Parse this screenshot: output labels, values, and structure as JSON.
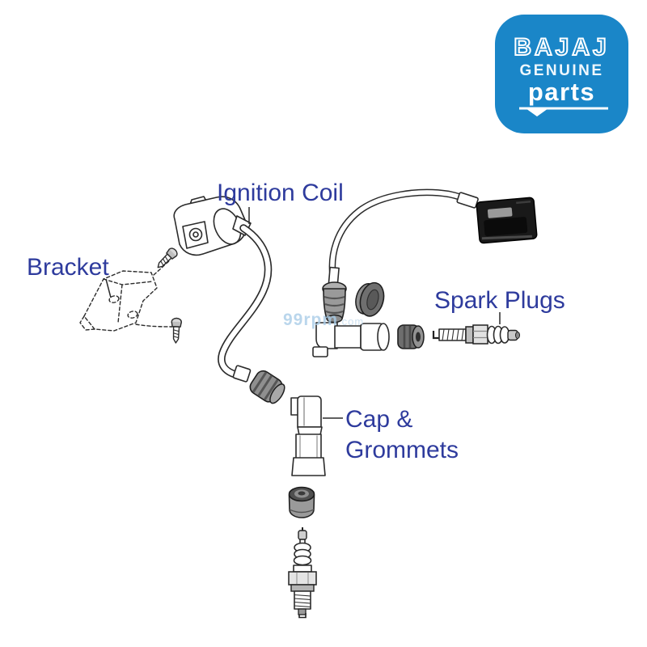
{
  "page": {
    "background": "#ffffff"
  },
  "logo": {
    "brand": "BAJAJ",
    "genuine": "GENUINE",
    "parts": "parts",
    "bg_color": "#1a86c8",
    "text_color": "#ffffff"
  },
  "labels": {
    "ignition_coil": "Ignition Coil",
    "bracket": "Bracket",
    "spark_plugs": "Spark Plugs",
    "cap_grommets_line1": "Cap &",
    "cap_grommets_line2": "Grommets",
    "color": "#2e3b9d"
  },
  "watermark": {
    "text": "99rpm",
    "suffix": ".com",
    "color": "#a9cde8"
  },
  "diagram": {
    "line_color": "#2b2b2b",
    "parts": [
      "ignition-coil",
      "mounting-bracket",
      "screws",
      "ht-lead-cable",
      "pickup-connector",
      "rubber-grommets",
      "plug-caps",
      "spark-plug-horizontal",
      "spark-plug-vertical"
    ]
  }
}
